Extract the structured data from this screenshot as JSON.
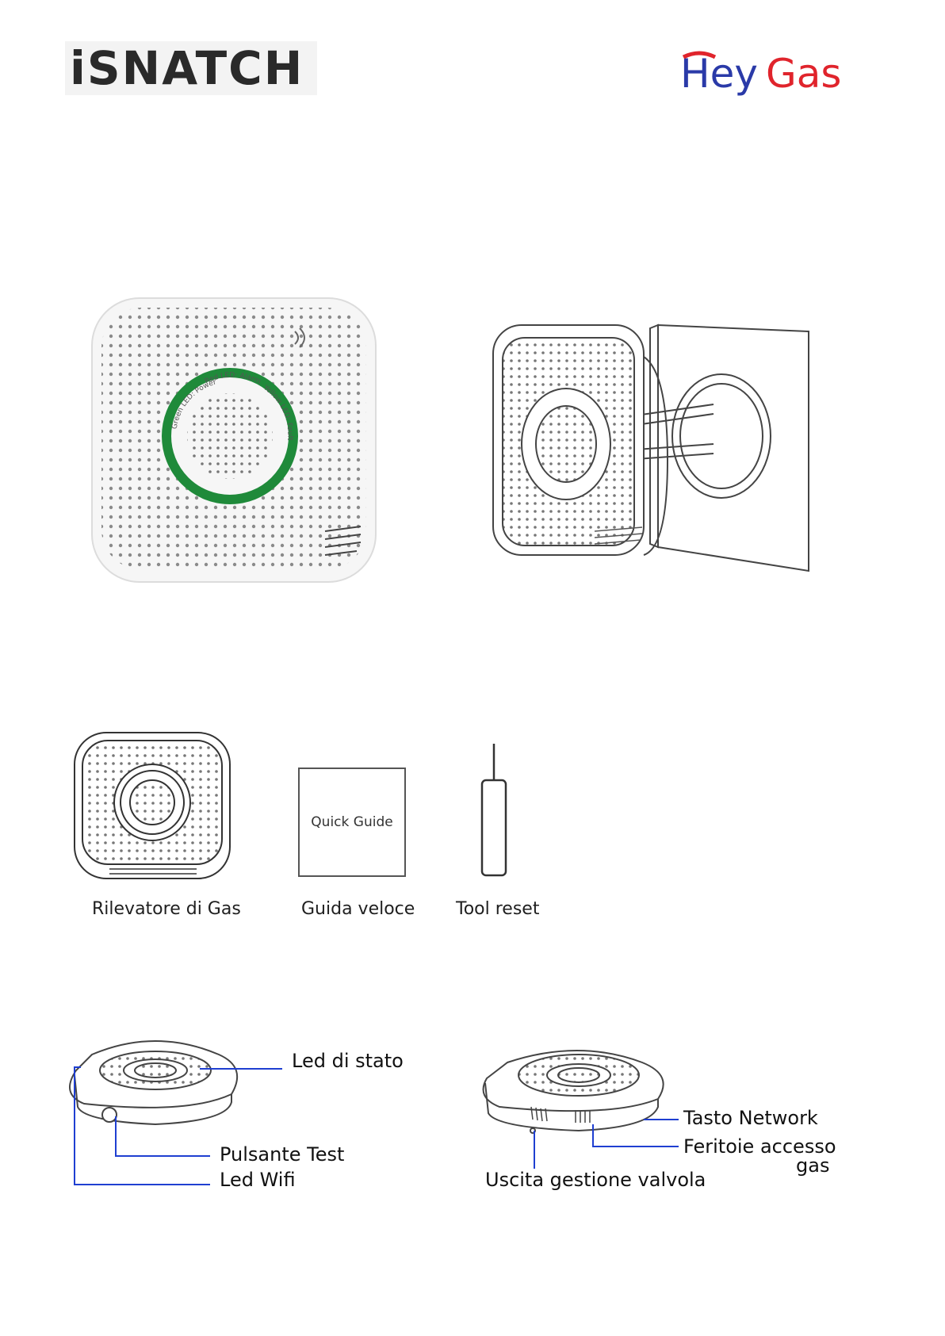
{
  "logos": {
    "isnatch": "iSNATCH",
    "heygas_hey": "Hey",
    "heygas_gas": "Gas"
  },
  "device_face": {
    "green_led": "Green LED: Power",
    "red_led": "Red LED: Alarm",
    "yellow_led": "Yellow LED: Fault"
  },
  "kit": {
    "guide_box": "Quick Guide",
    "captions": [
      "Rilevatore di Gas",
      "Guida veloce",
      "Tool reset"
    ]
  },
  "front_labels": {
    "led_stato": "Led di stato",
    "pulsante_test": "Pulsante Test",
    "led_wifi": "Led Wifi"
  },
  "back_labels": {
    "tasto_network": "Tasto Network",
    "feritoie": "Feritoie accesso",
    "feritoie_2": "gas",
    "uscita": "Uscita gestione valvola"
  },
  "colors": {
    "callout": "#1f3fd1",
    "heygas_blue": "#2a3aa8",
    "heygas_red": "#e0242c",
    "led_green": "#1f8a3a"
  }
}
